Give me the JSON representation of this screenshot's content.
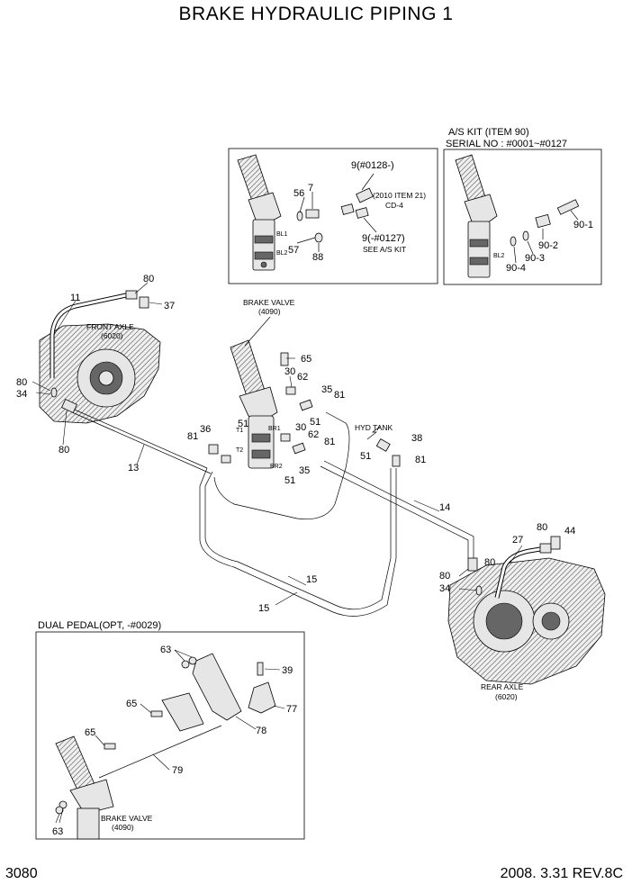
{
  "title": "BRAKE HYDRAULIC PIPING 1",
  "footer": {
    "page_number": "3080",
    "date_rev": "2008. 3.31  REV.8C"
  },
  "inset_pedal": {
    "labels": {
      "p9_late": "9(#0128-)",
      "note_2010": "(2010 ITEM 21)",
      "cd4": "CD-4",
      "p9_early": "9(-#0127)",
      "see_as_kit": "SEE A/S KIT",
      "n56": "56",
      "n7": "7",
      "n57": "57",
      "n88": "88",
      "bl1": "BL1",
      "bl2": "BL2"
    }
  },
  "inset_as_kit": {
    "heading_1": "A/S KIT (ITEM 90)",
    "heading_2": "SERIAL NO : #0001~#0127",
    "labels": {
      "n90_1": "90-1",
      "n90_2": "90-2",
      "n90_3": "90-3",
      "n90_4": "90-4",
      "bl2": "BL2"
    }
  },
  "main": {
    "front_axle": "FRONT AXLE",
    "front_axle_ref": "(6020)",
    "brake_valve": "BRAKE VALVE",
    "brake_valve_ref": "(4090)",
    "hyd_tank": "HYD  TANK",
    "rear_axle": "REAR AXLE",
    "rear_axle_ref": "(6020)",
    "ports": {
      "t1": "T1",
      "t2": "T2",
      "br1": "BR1",
      "br2": "BR2"
    },
    "numbers": {
      "n80a": "80",
      "n11": "11",
      "n37": "37",
      "n80b": "80",
      "n34a": "34",
      "n80c": "80",
      "n13": "13",
      "n65": "65",
      "n30a": "30",
      "n62a": "62",
      "n35a": "35",
      "n81a": "81",
      "n51a": "51",
      "n51b": "51",
      "n36": "36",
      "n81b": "81",
      "n30b": "30",
      "n62b": "62",
      "n81c": "81",
      "n35b": "35",
      "n51c": "51",
      "n51d": "51",
      "n38": "38",
      "n81d": "81",
      "n14": "14",
      "n15a": "15",
      "n15b": "15",
      "n27": "27",
      "n80d": "80",
      "n44": "44",
      "n80e": "80",
      "n80f": "80",
      "n34b": "34"
    }
  },
  "dual_pedal": {
    "heading": "DUAL PEDAL(OPT, -#0029)",
    "brake_valve": "BRAKE VALVE",
    "brake_valve_ref": "(4090)",
    "numbers": {
      "n63a": "63",
      "n39": "39",
      "n65a": "65",
      "n77": "77",
      "n78": "78",
      "n65b": "65",
      "n79": "79",
      "n63b": "63"
    }
  }
}
